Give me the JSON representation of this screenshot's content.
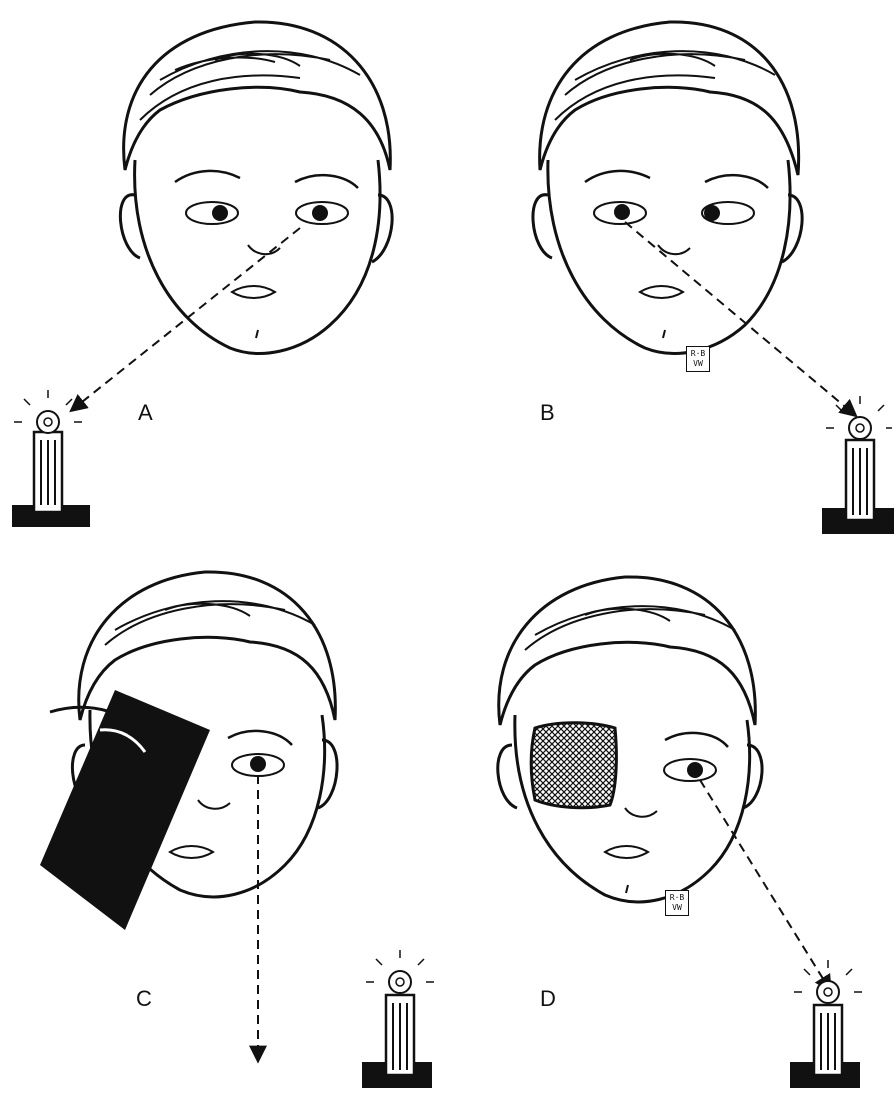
{
  "panels": [
    {
      "id": "A",
      "label": "A"
    },
    {
      "id": "B",
      "label": "B"
    },
    {
      "id": "C",
      "label": "C"
    },
    {
      "id": "D",
      "label": "D"
    }
  ],
  "signature": {
    "text_line1": "R·B",
    "text_line2": "VW"
  },
  "colors": {
    "ink": "#111111",
    "paper": "#ffffff"
  }
}
